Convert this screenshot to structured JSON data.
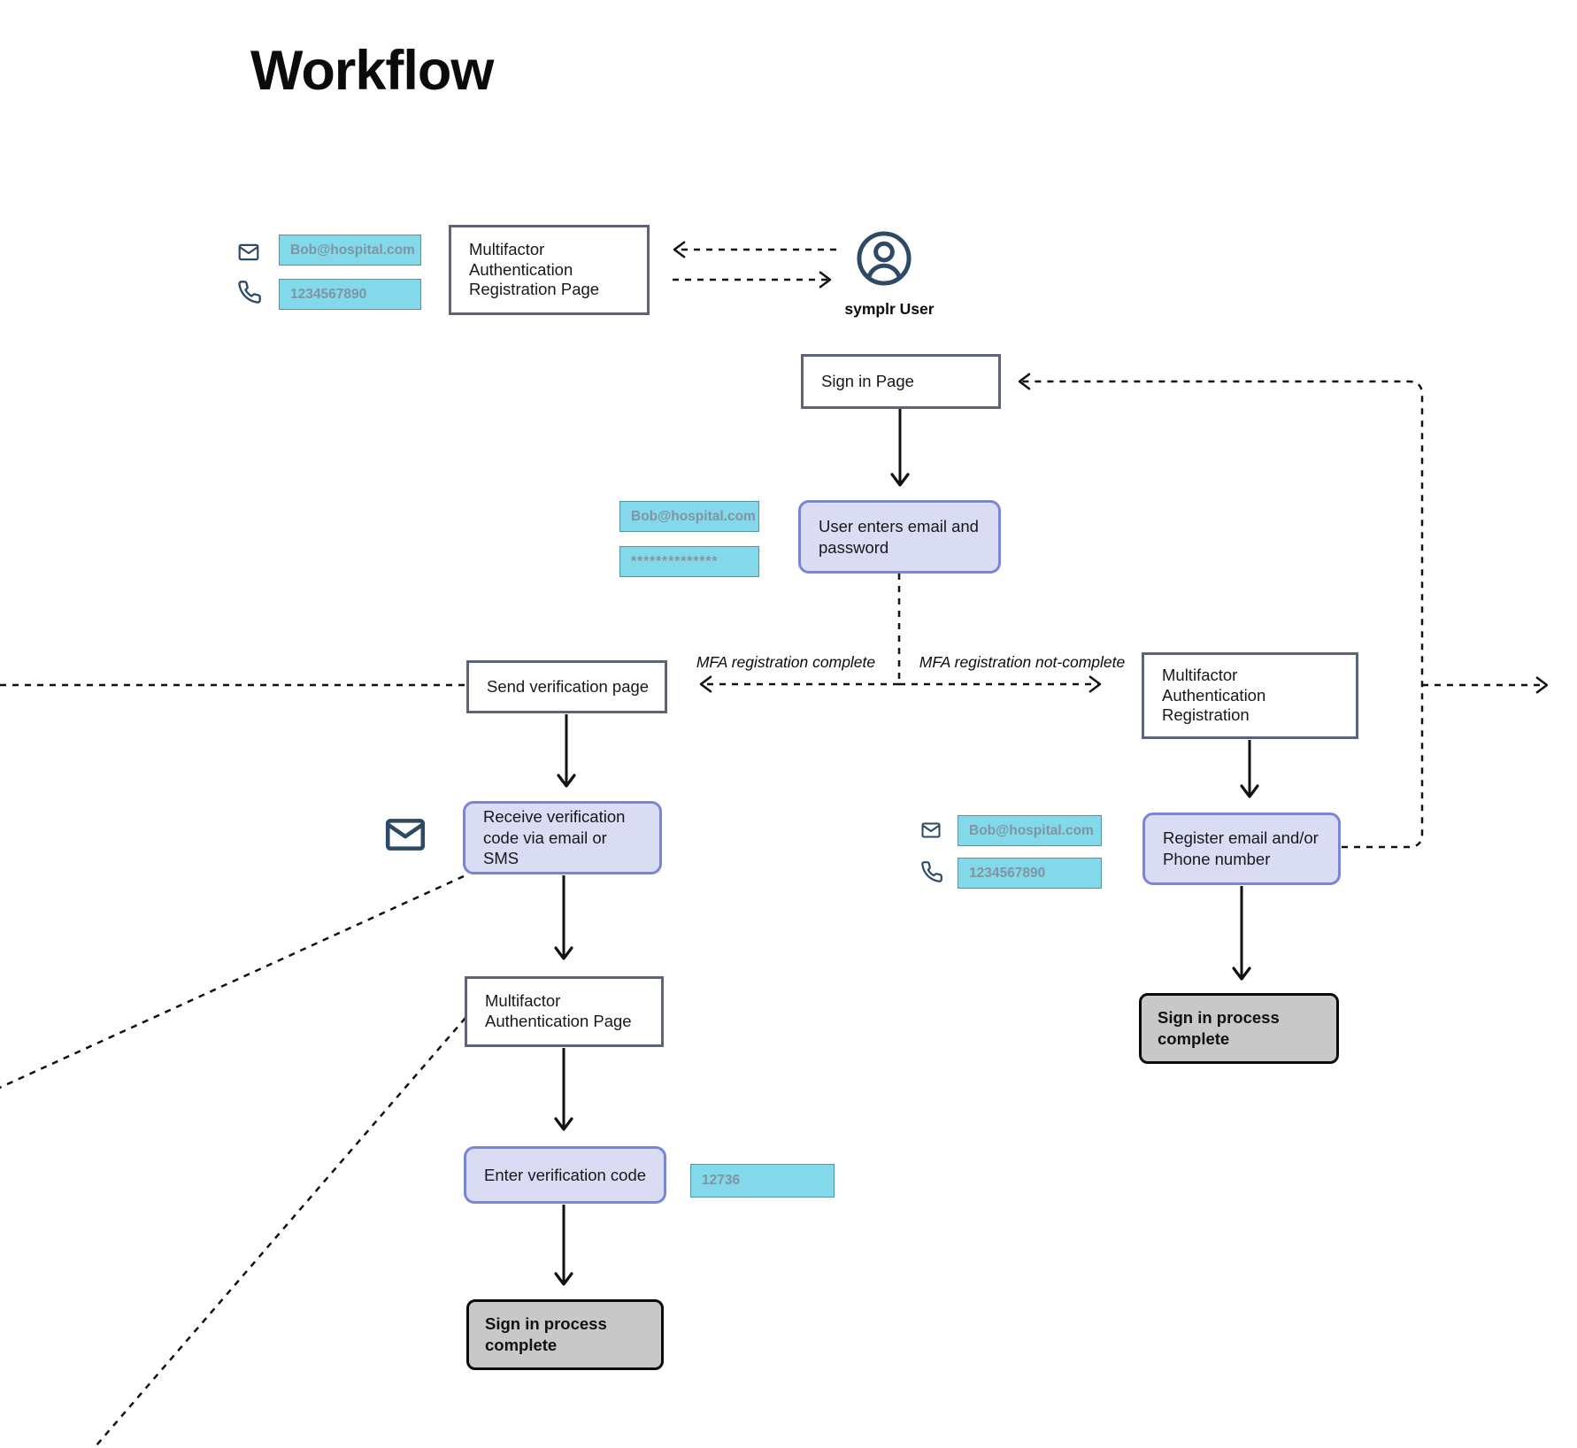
{
  "header": {
    "title": "Workflow"
  },
  "actor": {
    "label": "symplr User",
    "icon": "user-circle-icon"
  },
  "nodes": {
    "mfa_registration_page": {
      "label": "Multifactor\nAuthentication\nRegistration Page",
      "kind": "page"
    },
    "sign_in_page": {
      "label": "Sign in Page",
      "kind": "page"
    },
    "user_enters_credentials": {
      "label": "User enters email and\npassword",
      "kind": "action"
    },
    "send_verification_page": {
      "label": "Send verification page",
      "kind": "page"
    },
    "mfa_registration": {
      "label": "Multifactor\nAuthentication\nRegistration",
      "kind": "page"
    },
    "receive_verification_code": {
      "label": "Receive verification\ncode via email or SMS",
      "kind": "action"
    },
    "register_contact": {
      "label": "Register email and/or\nPhone number",
      "kind": "action"
    },
    "mfa_page": {
      "label": "Multifactor\nAuthentication Page",
      "kind": "page"
    },
    "enter_verification_code": {
      "label": "Enter verification code",
      "kind": "action"
    },
    "sign_in_complete_right": {
      "label": "Sign in process\ncomplete",
      "kind": "terminal"
    },
    "sign_in_complete_bottom": {
      "label": "Sign in process\ncomplete",
      "kind": "terminal"
    }
  },
  "inputs": {
    "email": "Bob@hospital.com",
    "phone": "1234567890",
    "password": "**************",
    "verification_code": "12736"
  },
  "edge_labels": {
    "mfa_complete": "MFA registration complete",
    "mfa_not_complete": "MFA registration not-complete"
  },
  "icons": [
    "mail-icon",
    "phone-icon",
    "user-circle-icon"
  ],
  "colors": {
    "accent_cyan": "#83d9e9",
    "cyan_border": "#4e96a8",
    "chip_text": "#7e95a4",
    "lavender_fill": "#d9dcf2",
    "lavender_border": "#7b85d6",
    "slate_border": "#5d6379",
    "navy_icon": "#2d4964",
    "terminal_fill": "#c8c8c8",
    "line": "#111111"
  }
}
